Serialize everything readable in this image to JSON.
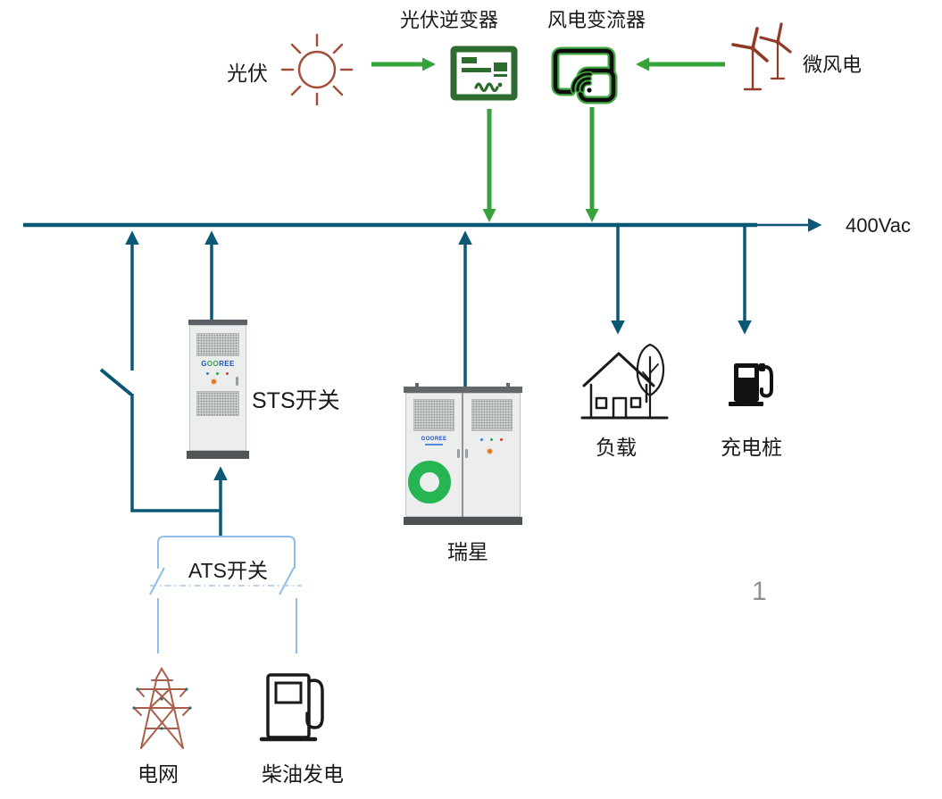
{
  "page": {
    "number": "1"
  },
  "bus": {
    "label": "400Vac",
    "color": "#0b5876"
  },
  "colors": {
    "bus_teal": "#0b5876",
    "arrow_green": "#35a23a",
    "inverter_green": "#2d6b2f",
    "source_rust": "#a34e3b",
    "ats_blue": "#8fbce8",
    "battery_ring_green": "#27b553"
  },
  "nodes": {
    "pv": {
      "label": "光伏"
    },
    "pv_inverter": {
      "label": "光伏逆变器"
    },
    "wind_converter": {
      "label": "风电变流器"
    },
    "wind": {
      "label": "微风电"
    },
    "sts": {
      "label": "STS开关",
      "brand_parts": [
        "G",
        "OO",
        "REE"
      ]
    },
    "battery": {
      "label": "瑞星",
      "brand": "GOOREE"
    },
    "load": {
      "label": "负载"
    },
    "charger": {
      "label": "充电桩"
    },
    "ats": {
      "label": "ATS开关"
    },
    "grid": {
      "label": "电网"
    },
    "diesel": {
      "label": "柴油发电"
    }
  }
}
